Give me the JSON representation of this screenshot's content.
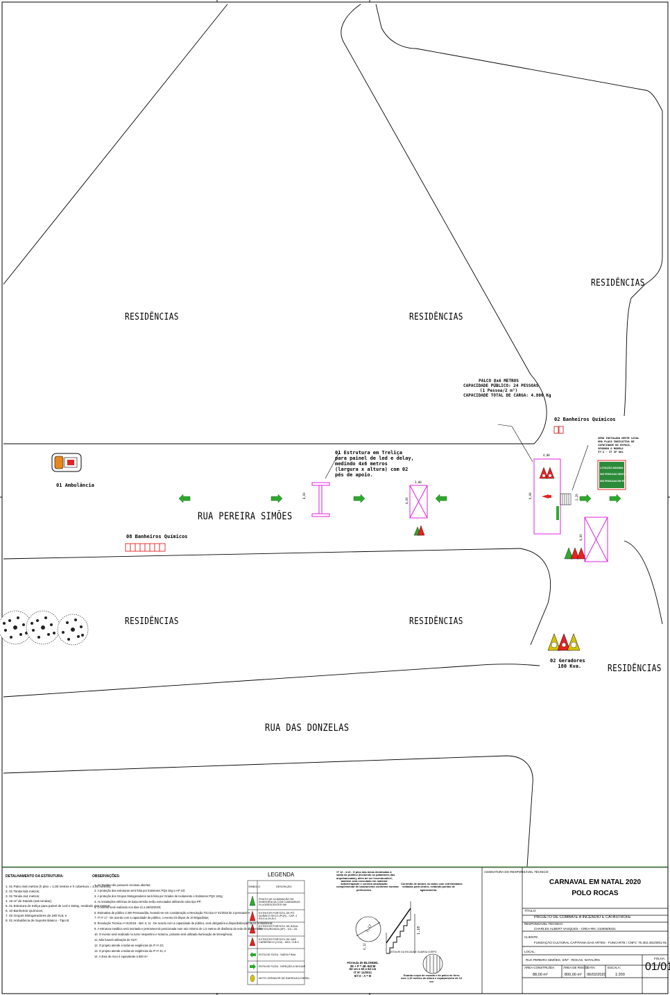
{
  "drawing": {
    "streets": {
      "pereira": "RUA PEREIRA SIMÕES",
      "donzelas": "RUA DAS DONZELAS"
    },
    "residences": [
      "RESIDÊNCIAS",
      "RESIDÊNCIAS",
      "RESIDÊNCIAS",
      "RESIDÊNCIAS",
      "RESIDÊNCIAS",
      "RESIDÊNCIAS"
    ],
    "labels": {
      "ambulance": "01 Ambulância",
      "toilets_street": "08 Banheiros Químicos",
      "toilets_stage": "02 Banheiros Químicos",
      "generators_l1": "02 Geradores",
      "generators_l2": "180 Kva.",
      "truss": [
        "01 Estrutura em Treliça",
        "para painel de led e delay,",
        "medindo 4x6 metros",
        "(largura x altura) com 02",
        "pés de apoio."
      ],
      "stage": [
        "PALCO 8x6 METROS",
        "CAPACIDADE PÚBLICO: 24 PESSOAS",
        "(1 Pessoa/2 m²)",
        "CAPACIDADE TOTAL DE CARGA: 4.800 Kg"
      ],
      "plate_note": [
        "SERÁ INSTALADA NESTE LOCAL",
        "UMA PLACA INDICATIVA DE",
        "CAPACIDADE DO ESPAÇO,",
        "SEGUNDO O MODELO",
        "IT-2 - IT IP 001"
      ],
      "occupancy_sign": [
        "LOTAÇÃO MÁXIMA:",
        "000 PESSOAS SENTADAS",
        "000 PESSOAS EM PÉ"
      ],
      "dim_stage_top": "4,00",
      "dim_stage_side": "6,00",
      "dim_stair": "2,20",
      "dim_box_top": "3,00",
      "dim_box_side": "4,00",
      "dim_box2_side": "4,00",
      "dim_truss": "4,00"
    },
    "colors": {
      "magenta": "#e020e0",
      "green": "#2ea82e",
      "red": "#e52222",
      "yellow": "#d4c400"
    }
  },
  "titleblock": {
    "structure_title": "DETALHAMENTO DA ESTRUTURA:",
    "structure_items": [
      "1.   01 Palco 8x6 metros (h piso = 1,00 metros e h cobertura = 4,00 metros);",
      "2.   01 Tenda 5x5 metros;",
      "3.   01 Tenda 4x4 metros;",
      "4.   16 m² de Stands (sob tendas);",
      "5.   01 Estrutura de treliça para painel de Led e Delay, medindo 4x6 metros;",
      "6.   10 Banheiros Químicos;",
      "7.   02 Grupos Motogeradores de 180 Kva; e",
      "8.   01 Ambulância de Suporte Básico - Tipo B."
    ],
    "obs_title": "OBSERVAÇÕES:",
    "obs_items": [
      "1.   As Tendas não possuem cinomas abertas;",
      "2.   A proteção das estruturas será feita por Extintores PQS 4Kg e AP 10l;",
      "3.   A proteção dos Grupos Motogeradores será feita por Grades de Isolamento e Extintores PQS 12Kg;",
      "4.   As instalações elétricas de baixa tensão serão executadas utilizando cabo tipo PP;",
      "5.   O evento será realizado nos dias 21 a 25/02/2020;",
      "6.   Estimativa de público 2.400 Pessoas/dia, levando-se em consideração a Resolução Técnica nº 01/2018 de 3 pessoas/m²;",
      "7.   IT nº 17 - De acordo com a capacidade de público, o evento irá dispor de 10 Brigadistas;",
      "8.   Resolução Técnica nº 01/2018 - item II, 11 - De acordo com a capacidade de público, será obrigatória a disponibilização de 01 Ambulância;",
      "9.   A estrutura metálica será montada e permanecerá posicionada num raio mínimo de 1,5 metros de distância da rede de alta tensão;",
      "10.   O evento será realizado no turno Vespertino e Noturno, portanto será utilizada Iluminação de Emergência;",
      "11.   Não haverá utilização de GLP;",
      "12.   O projeto atende a todas as exigências da IT nº 23;",
      "13.   O projeto atende a todas as exigências da IT nº 41; e",
      "14.   A área de risco é equivalente a 800 m²."
    ],
    "legend_title": "LEGENDA",
    "legend_head": [
      "SÍMBOLO",
      "DESCRIÇÃO"
    ],
    "legend_rows": [
      "PONTO DE ILUMINAÇÃO DE EMERGÊNCIA COM LUMINÁRIAS FLUORESCENTES 9W",
      "EXTINTOR PORTÁTIL DE PÓ QUÍMICO SECO (PQS) - CAP. 4 KG/2-A:20-B:C",
      "EXTINTOR PORTÁTIL DE ÁGUA PRESSURIZADA (AP) - 10L / 2A",
      "EXTINTOR PORTÁTIL DE GÁS CARBÔNICO (CO2) - 6KG / 5-B:C",
      "ROTA DE FUGA - SAÍDA FINAL",
      "ROTA DE FUGA - DIREÇÃO A SEGUIR",
      "MOTO GERADOR DE ENERGIA A DIESEL"
    ],
    "stair_notes": {
      "left": [
        "IT 12 - 4.13 - O piso das áreas destinadas à",
        "saída do público (incluindo os patamares das",
        "arquibancadas), além de ser incombustível,",
        "também será executado em material",
        "antiderrapante e conterá sinalização",
        "complementar de balizamento conforme normas",
        "pertinentes."
      ],
      "right": [
        "Corrimão de ambos os lados com extremidades",
        "voltadas para dentro, evitando pontas de",
        "agarramento."
      ],
      "formula": [
        "Fórmula de BLONDEL",
        "2E + P = 48~64CM",
        "63 cm ≤ 63 ≤ 64 cm",
        "IT Nº 11/2011",
        "5/7.0 - A = B"
      ],
      "detail": "DETALHE DA ESCADA E GUARDA CORPO",
      "bottom": [
        "Guarda corpo de escada e de palco de ferro",
        "com 1,10 metros de altura e espaçamento de 12",
        "cm"
      ],
      "dim_h": "1,10",
      "dim_l": "0,12",
      "dim_big": "1,17"
    },
    "sig_label": "ASSINATURA DO RESPONSÁVEL TÉCNICO:",
    "project_title_1": "CARNAVAL EM NATAL 2020",
    "project_title_2": "POLO ROCAS",
    "fields": {
      "title_caption": "TÍTULO:",
      "title_value": "PROJETO DE COMBATE A INCÊNDIO E CATÁSTROFE",
      "resp_caption": "RESPONSÁVEL TÉCNICO:",
      "resp_value": "CHARLES ALBERT VASQUES - CREA-RN: 210008/8321",
      "client_caption": "CLIENTE:",
      "client_value": "FUNDAÇÃO CULTURAL CAPITANIA DAS ARTES - FUNCARTE / CNPJ: 70.302.401/0001-91",
      "loc_caption": "LOCAL:",
      "loc_value": "RUA PEREIRA SIMÕES, S/Nº - ROCAS, NATAL/RN",
      "built_caption": "ÁREA CONSTRUÍDA:",
      "built_value": "88,00 m²",
      "risk_caption": "ÁREA DE RISCO:",
      "risk_value": "800,00 m²",
      "date_caption": "DATA:",
      "date_value": "06/02/2020",
      "scale_caption": "ESCALA:",
      "scale_value": "1:200",
      "sheet_caption": "FOLHA:",
      "sheet_value": "01/01"
    }
  }
}
